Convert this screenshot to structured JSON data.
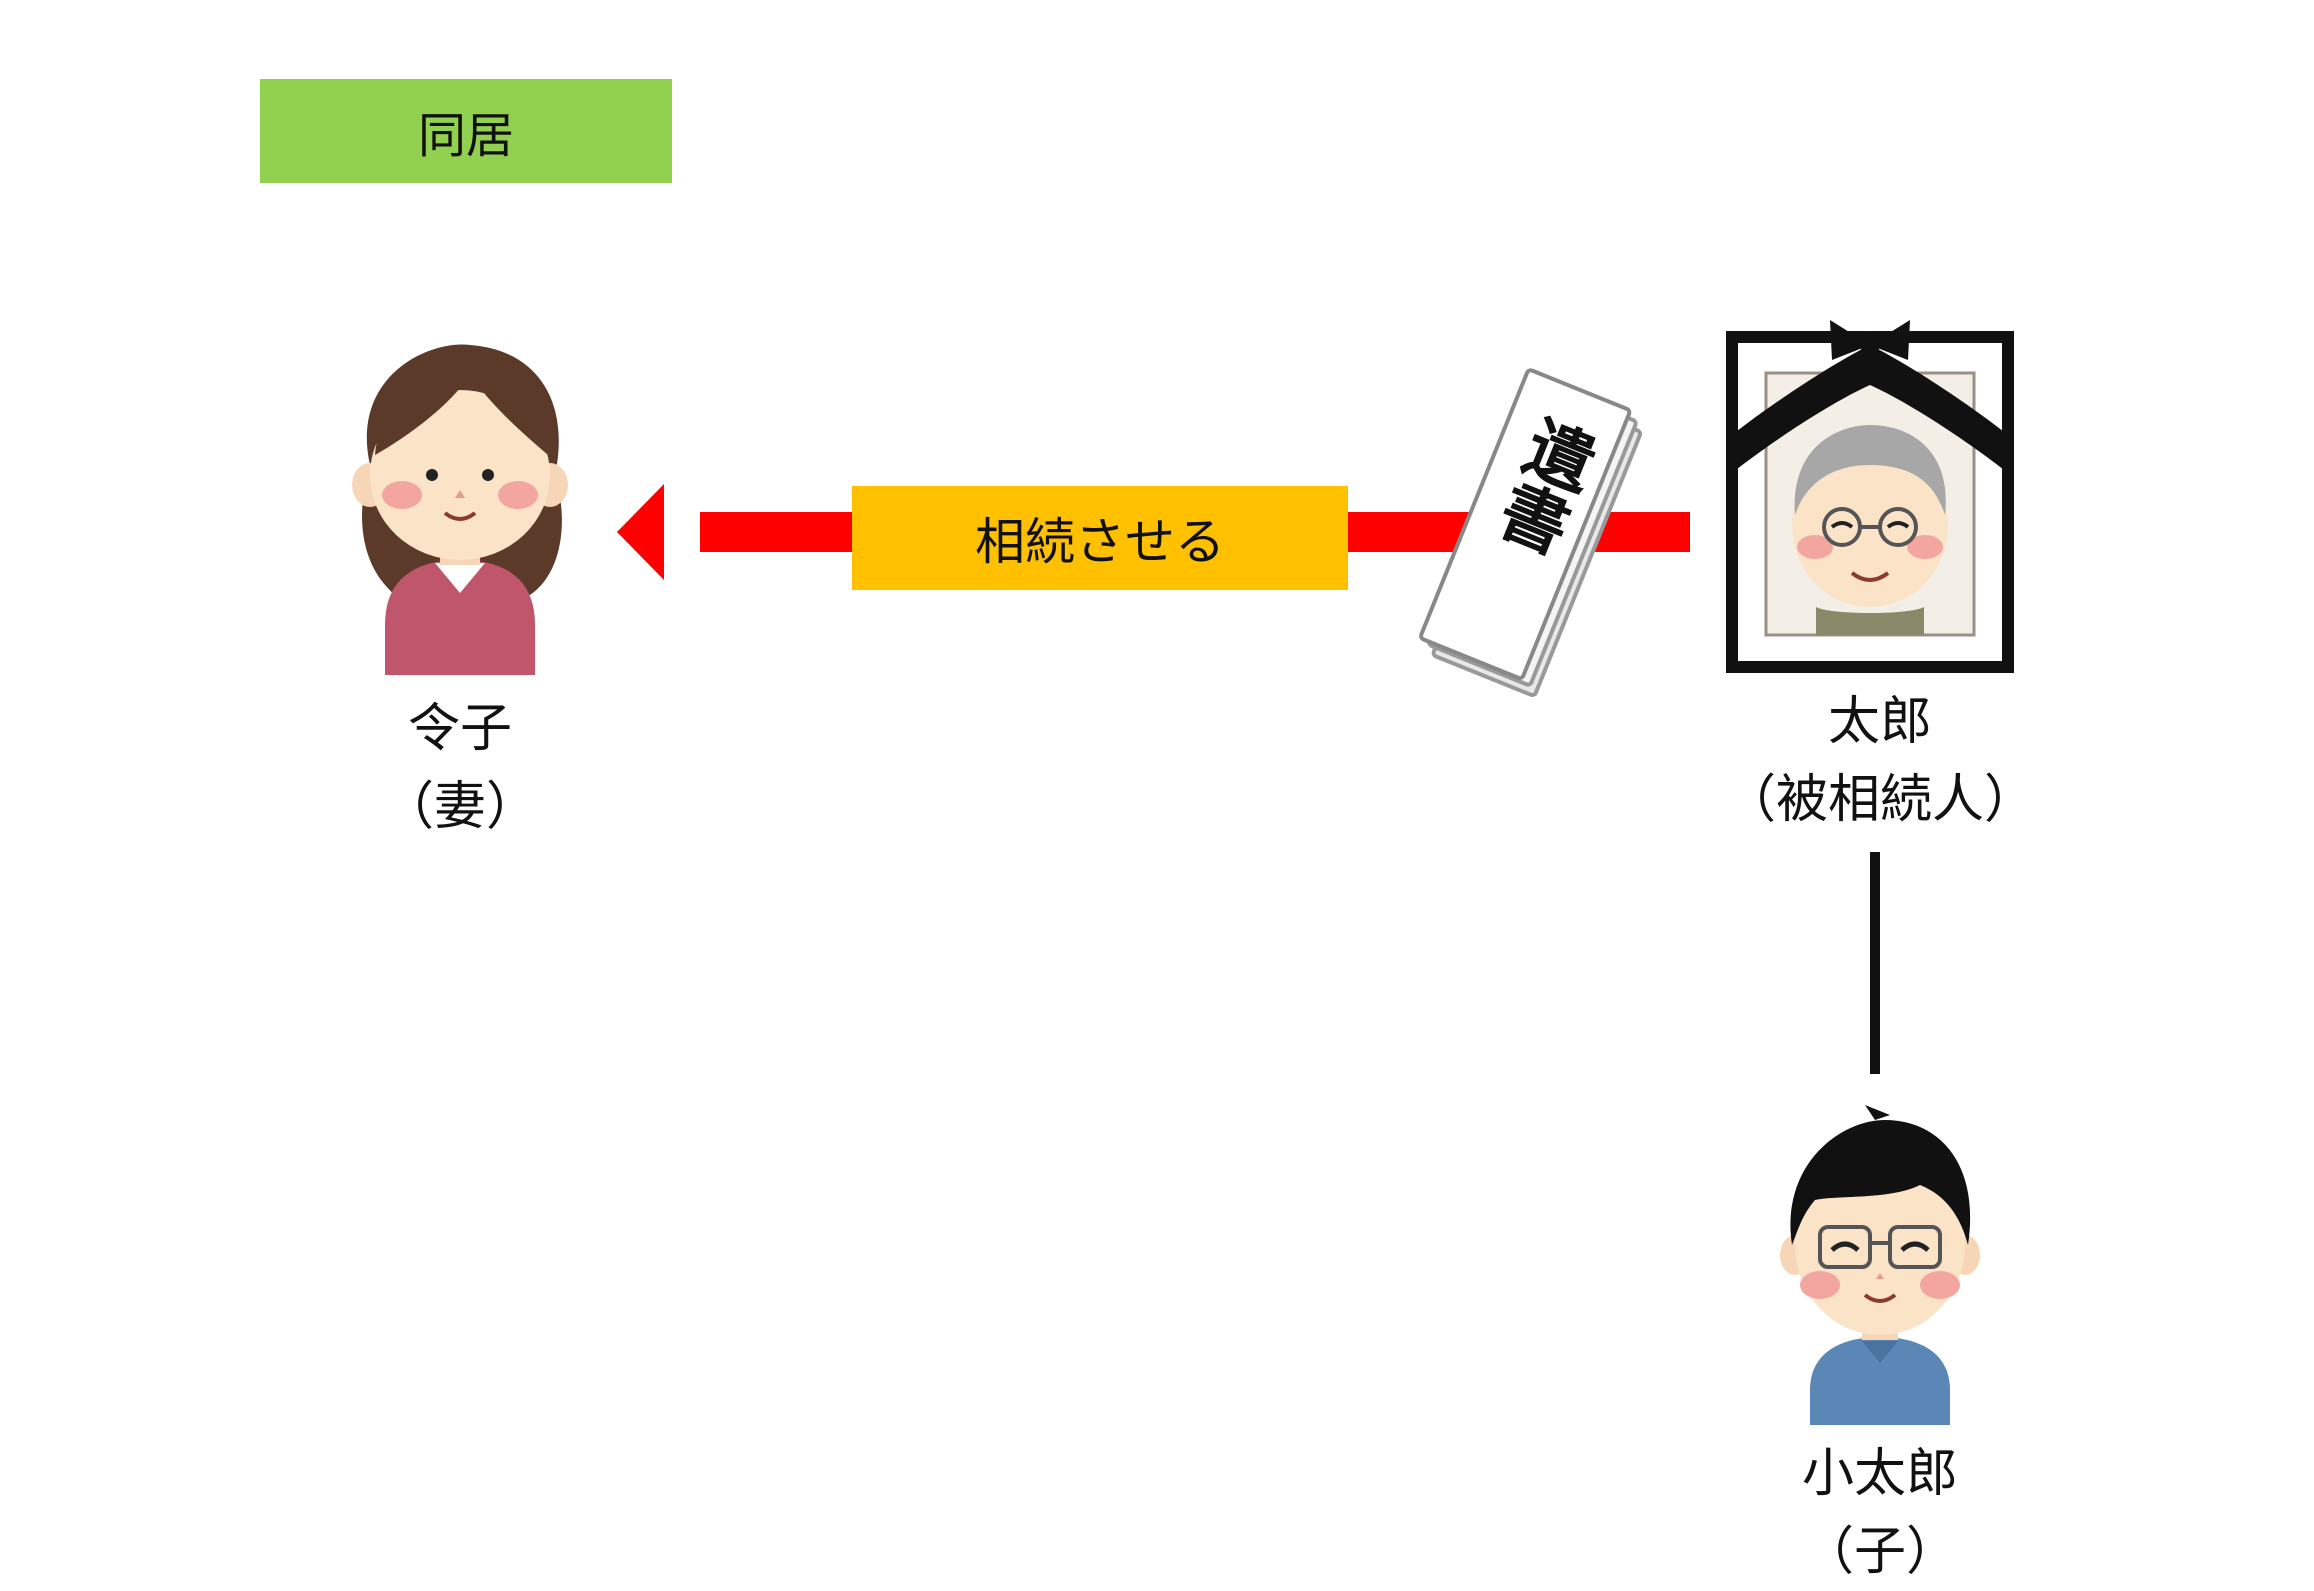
{
  "colors": {
    "tag_bg": "#92d050",
    "arrow": "#ff0000",
    "arrow_label_bg": "#ffc000",
    "line": "#111111"
  },
  "tag": {
    "label": "同居"
  },
  "arrow": {
    "label": "相続させる"
  },
  "will": {
    "label": "遺書",
    "icon": "will-document-icon"
  },
  "people": {
    "wife": {
      "name": "令子",
      "role": "（妻）",
      "icon": "woman-icon"
    },
    "deceased": {
      "name": "太郎",
      "role": "（被相続人）",
      "icon": "memorial-portrait-icon"
    },
    "child": {
      "name": "小太郎",
      "role": "（子）",
      "icon": "man-glasses-icon"
    }
  }
}
